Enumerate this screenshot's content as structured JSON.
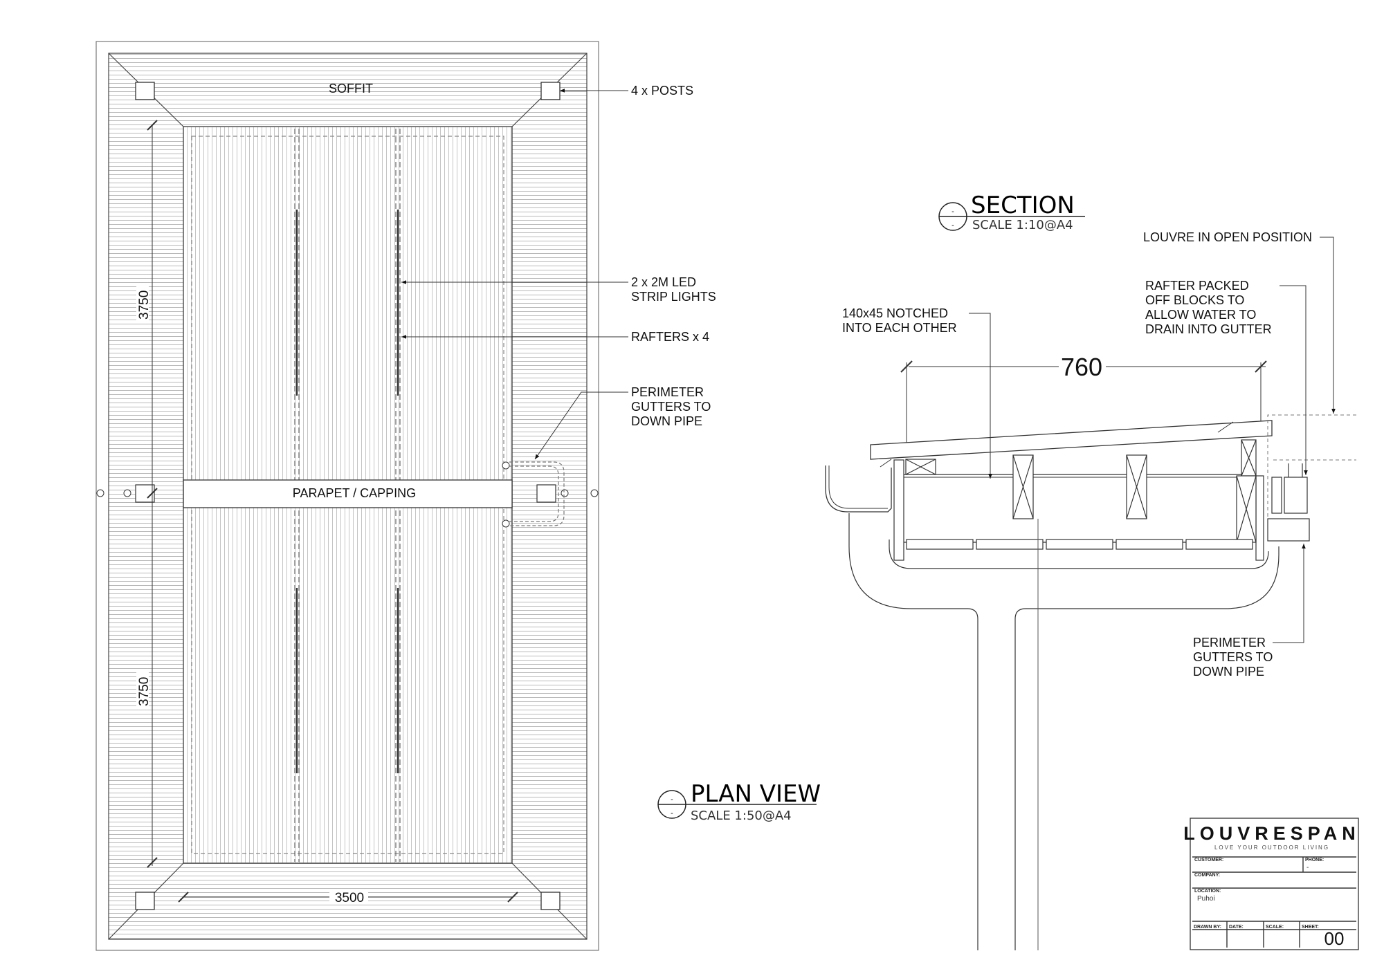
{
  "plan": {
    "soffit": "SOFFIT",
    "parapet": "PARAPET / CAPPING",
    "dims": {
      "length_top": "3750",
      "length_bottom": "3750",
      "width": "3500"
    },
    "callouts": {
      "posts": "4 x POSTS",
      "led": [
        "2 x 2M LED",
        "STRIP LIGHTS"
      ],
      "rafters": "RAFTERS x 4",
      "gutters": [
        "PERIMETER",
        "GUTTERS TO",
        "DOWN PIPE"
      ]
    },
    "title": "PLAN VIEW",
    "scale": "SCALE 1:50@A4"
  },
  "section": {
    "title": "SECTION",
    "scale": "SCALE 1:10@A4",
    "dim": "760",
    "callouts": {
      "louvre": "LOUVRE IN OPEN POSITION",
      "packed": [
        "RAFTER PACKED",
        "OFF BLOCKS TO",
        "ALLOW WATER TO",
        "DRAIN INTO GUTTER"
      ],
      "notched": [
        "140x45 NOTCHED",
        "INTO EACH OTHER"
      ],
      "gutters": [
        "PERIMETER",
        "GUTTERS TO",
        "DOWN PIPE"
      ]
    }
  },
  "title_block": {
    "logo": "LOUVRESPAN",
    "tagline": "LOVE YOUR OUTDOOR LIVING",
    "customer_label": "CUSTOMER:",
    "phone_label": "PHONE:",
    "phone_value": "-",
    "company_label": "COMPANY:",
    "location_label": "LOCATION:",
    "location_value": "Puhoi",
    "drawn_label": "DRAWN BY:",
    "date_label": "DATE:",
    "scale_label": "SCALE:",
    "sheet_label": "SHEET:",
    "sheet_value": "00"
  }
}
